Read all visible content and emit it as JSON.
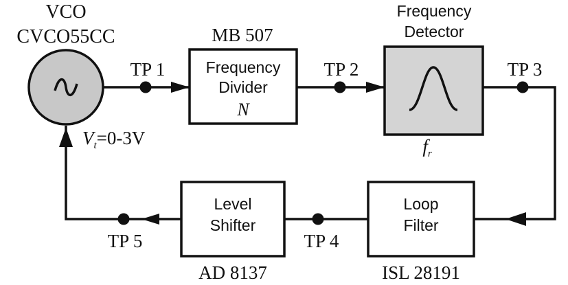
{
  "vco": {
    "title": "VCO",
    "part": "CVCO55CC",
    "symbol": "~",
    "control_var": "V",
    "control_sub": "t",
    "control_range": "=0-3V"
  },
  "divider": {
    "part": "MB 507",
    "line1": "Frequency",
    "line2": "Divider",
    "param": "N"
  },
  "detector": {
    "line1": "Frequency",
    "line2": "Detector",
    "param_var": "f",
    "param_sub": "r"
  },
  "loop_filter": {
    "line1": "Loop",
    "line2": "Filter",
    "part": "ISL 28191"
  },
  "level_shifter": {
    "line1": "Level",
    "line2": "Shifter",
    "part": "AD 8137"
  },
  "test_points": {
    "tp1": "TP 1",
    "tp2": "TP 2",
    "tp3": "TP 3",
    "tp4": "TP 4",
    "tp5": "TP 5"
  },
  "colors": {
    "line": "#111111",
    "vco_fill": "#c8c8c8",
    "detector_fill": "#d4d4d4"
  }
}
